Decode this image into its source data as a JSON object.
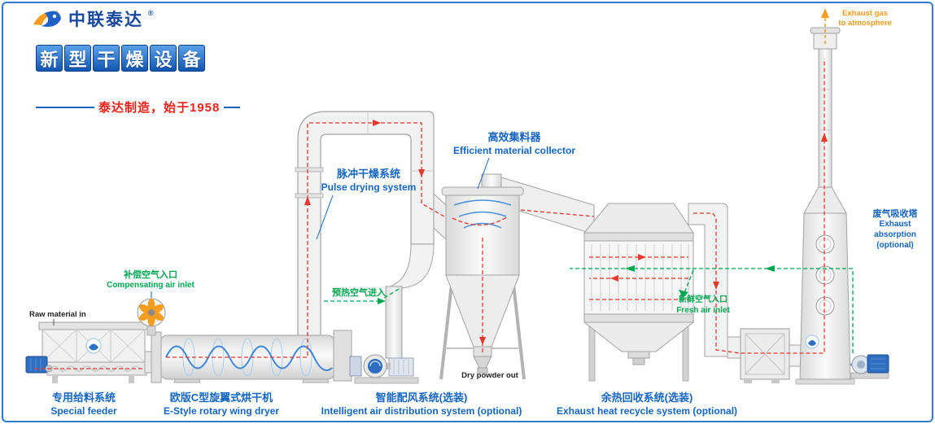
{
  "header": {
    "logo_text": "中联泰达",
    "registered_mark": "®",
    "title": {
      "text": "新型干燥设备",
      "chars": [
        "新",
        "型",
        "干",
        "燥",
        "设",
        "备"
      ]
    },
    "slogan": "泰达制造，始于1958"
  },
  "colors": {
    "label_blue": "#1565c0",
    "label_green": "#00a650",
    "label_orange": "#f59d20",
    "flow_red": "#e6392e",
    "slogan_red": "#e8231a",
    "frame_blue": "#2f7bd0"
  },
  "labels": {
    "raw_material_in": "Raw material in",
    "special_feeder": {
      "zh": "专用给料系统",
      "en": "Special feeder"
    },
    "rotary_dryer": {
      "zh": "欧版C型旋翼式烘干机",
      "en": "E-Style rotary wing dryer"
    },
    "compensating_air": {
      "zh": "补偿空气入口",
      "en": "Compensating air inlet"
    },
    "pulse_drying": {
      "zh": "脉冲干燥系统",
      "en": "Pulse drying system"
    },
    "preheated_air": {
      "zh": "预热空气进入"
    },
    "collector": {
      "zh": "高效集料器",
      "en": "Efficient material collector"
    },
    "dry_powder_out": "Dry powder out",
    "air_distribution": {
      "zh": "智能配风系统(选装)",
      "en": "Intelligent air distribution system (optional)"
    },
    "heat_recycle": {
      "zh": "余热回收系统(选装)",
      "en": "Exhaust heat recycle system (optional)"
    },
    "fresh_air": {
      "zh": "新鲜空气入口",
      "en": "Fresh air inlet"
    },
    "absorption_tower": {
      "zh": "废气吸收塔",
      "en1": "Exhaust",
      "en2": "absorption",
      "en3": "(optional)"
    },
    "exhaust_gas": {
      "line1": "Exhaust gas",
      "line2": "to atmosphere"
    }
  }
}
